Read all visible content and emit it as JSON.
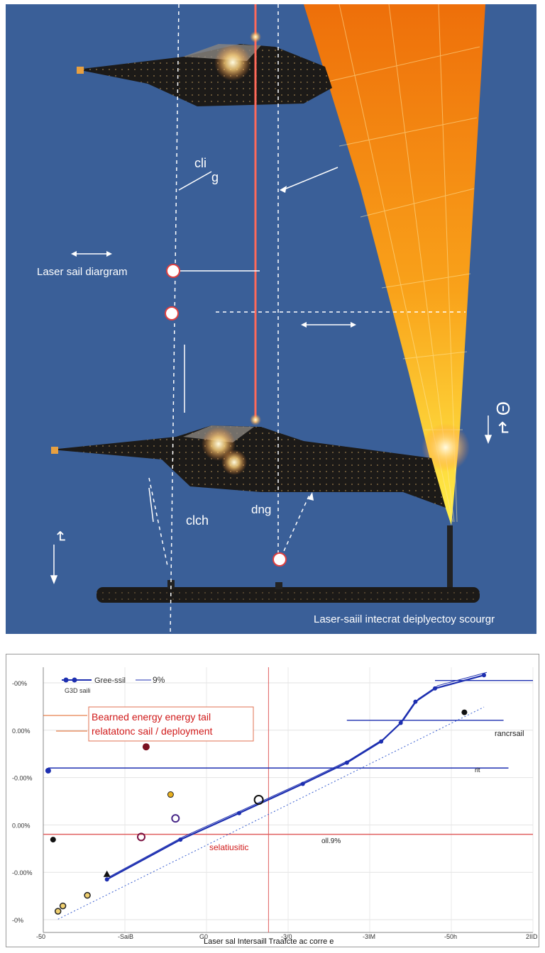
{
  "diagram": {
    "labels": {
      "cli_top": "cli",
      "g_top": "g",
      "title_left": "Laser sail diargram",
      "clch": "clch",
      "dng": "dng",
      "caption": "Laser-saiil intecrat deiplyectoy scourgr",
      "side_glyphs": "Θ ↵"
    },
    "colors": {
      "background": "#3a5f98",
      "sail_top": "#f07a10",
      "sail_bottom": "#ffe030",
      "hull": "#1c1a18",
      "laser": "#ff6a5a"
    }
  },
  "chart_data": {
    "type": "scatter",
    "legend": {
      "series_label": "Gree-ssil",
      "value_label": "9%",
      "placement": "top-left"
    },
    "legend_sub": "G3D\nsaili",
    "annotation_box": [
      "Bearned energy energy  tail",
      "relatatonc sail / deployment"
    ],
    "annotations": {
      "right_label": "rancrsail",
      "mid_label": "rlt",
      "center_label": "oll.9%",
      "red_label": "selatiusitic"
    },
    "y_ticks": [
      "-00%",
      "0.00%",
      "-0.00%",
      "0.00%",
      "-0.00%",
      "-0%"
    ],
    "x_ticks": [
      "-50",
      "-SaiB",
      "G0",
      "-3/0",
      "-3IM",
      "-50h",
      "2IID"
    ],
    "xlabel": "Laser sal  Intersaill Traafcte ac corre e",
    "xlim": [
      0,
      100
    ],
    "ylim": [
      0,
      100
    ],
    "grid": true,
    "series": [
      {
        "name": "Gree-ssil",
        "color": "#1d2fb0",
        "x": [
          13,
          28,
          40,
          53,
          62,
          69,
          73,
          76,
          80,
          90
        ],
        "y": [
          20,
          35,
          45,
          56,
          64,
          72,
          79,
          87,
          92,
          97
        ]
      }
    ],
    "trend_dotted": {
      "x": [
        3,
        90
      ],
      "y": [
        5,
        85
      ]
    },
    "markers": [
      {
        "x": 2,
        "y": 35,
        "style": "dot-black"
      },
      {
        "x": 3,
        "y": 8,
        "style": "dot-ring"
      },
      {
        "x": 4,
        "y": 10,
        "style": "dot-ring"
      },
      {
        "x": 9,
        "y": 14,
        "style": "dot-ring"
      },
      {
        "x": 13,
        "y": 22,
        "style": "tri-black"
      },
      {
        "x": 21,
        "y": 70,
        "style": "dot-maroon"
      },
      {
        "x": 20,
        "y": 36,
        "style": "ring-maroon"
      },
      {
        "x": 26,
        "y": 52,
        "style": "dot-yellow"
      },
      {
        "x": 27,
        "y": 43,
        "style": "ring-blue"
      },
      {
        "x": 44,
        "y": 50,
        "style": "ring-black"
      },
      {
        "x": 86,
        "y": 83,
        "style": "dot-black"
      },
      {
        "x": 1,
        "y": 61,
        "style": "dot-blue"
      }
    ],
    "h_lines": [
      {
        "y": 62,
        "x_from": 1,
        "x_to": 95,
        "color": "#1d2fb0"
      },
      {
        "y": 80,
        "x_from": 62,
        "x_to": 94,
        "color": "#1d2fb0"
      },
      {
        "y": 95,
        "x_from": 80,
        "x_to": 100,
        "color": "#1d2fb0"
      },
      {
        "y": 37,
        "x_from": 0,
        "x_to": 100,
        "color": "#e06060"
      }
    ],
    "v_line_x": 46
  }
}
